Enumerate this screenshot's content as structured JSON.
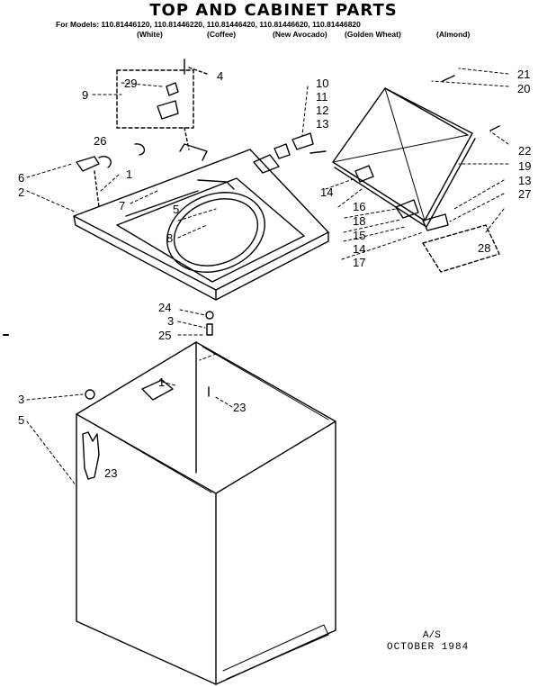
{
  "title": "TOP AND CABINET PARTS",
  "models_line": "For Models: 110.81446120, 110.81446220, 110.81446420, 110.81446620, 110.81446820",
  "colors": [
    "(White)",
    "(Coffee)",
    "(New Avocado)",
    "(Golden Wheat)",
    "(Almond)"
  ],
  "callouts": [
    "29",
    "4",
    "9",
    "10",
    "11",
    "12",
    "13",
    "21",
    "20",
    "26",
    "1",
    "6",
    "2",
    "7",
    "5",
    "8",
    "14",
    "16",
    "18",
    "15",
    "14",
    "17",
    "22",
    "19",
    "13",
    "27",
    "28",
    "24",
    "3",
    "25",
    "1",
    "23",
    "3",
    "5",
    "23"
  ],
  "footer": {
    "code": "A/S",
    "date": "OCTOBER 1984"
  }
}
